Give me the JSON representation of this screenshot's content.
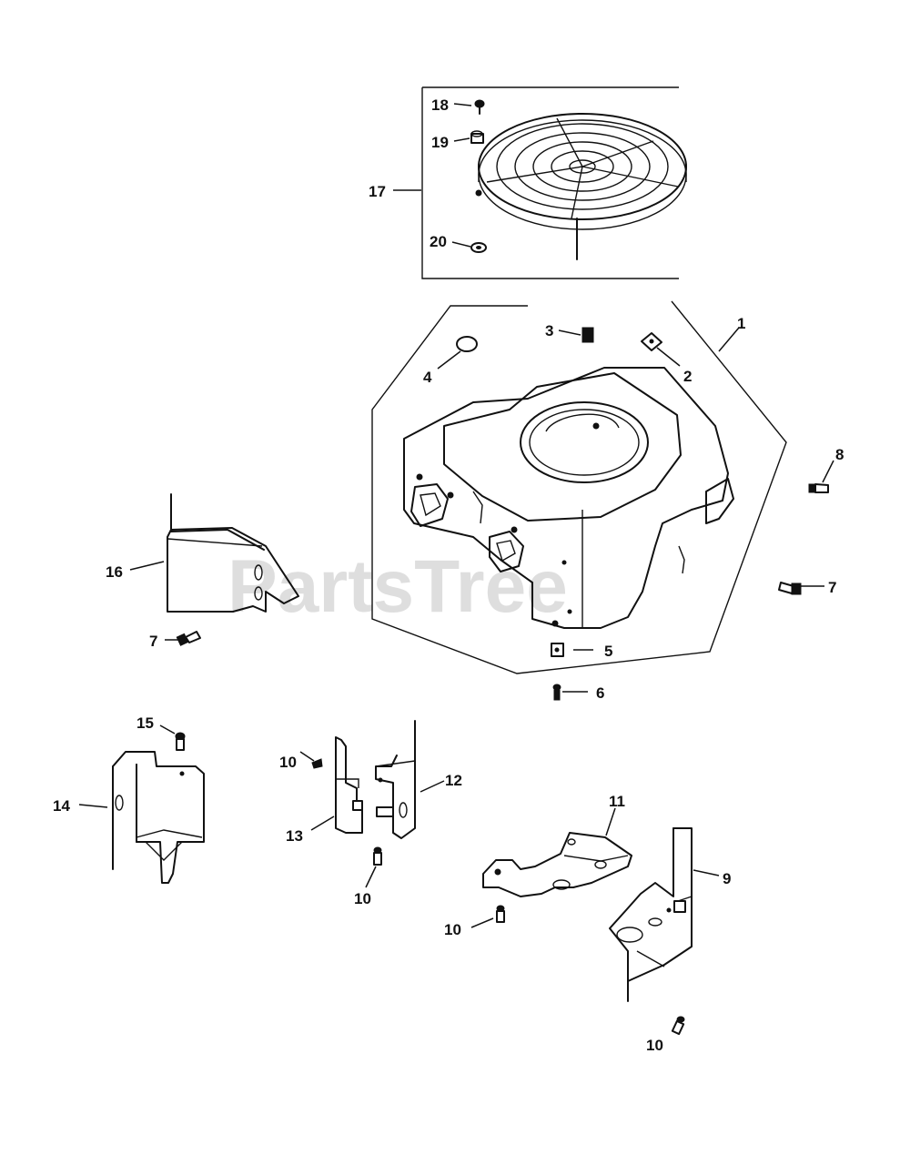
{
  "watermark": "PartsTree",
  "callouts": {
    "c1": "1",
    "c2": "2",
    "c3": "3",
    "c4": "4",
    "c5": "5",
    "c6": "6",
    "c7a": "7",
    "c7b": "7",
    "c8": "8",
    "c9": "9",
    "c10a": "10",
    "c10b": "10",
    "c10c": "10",
    "c10d": "10",
    "c11": "11",
    "c12": "12",
    "c13": "13",
    "c14": "14",
    "c15": "15",
    "c16": "16",
    "c17": "17",
    "c18": "18",
    "c19": "19",
    "c20": "20"
  }
}
